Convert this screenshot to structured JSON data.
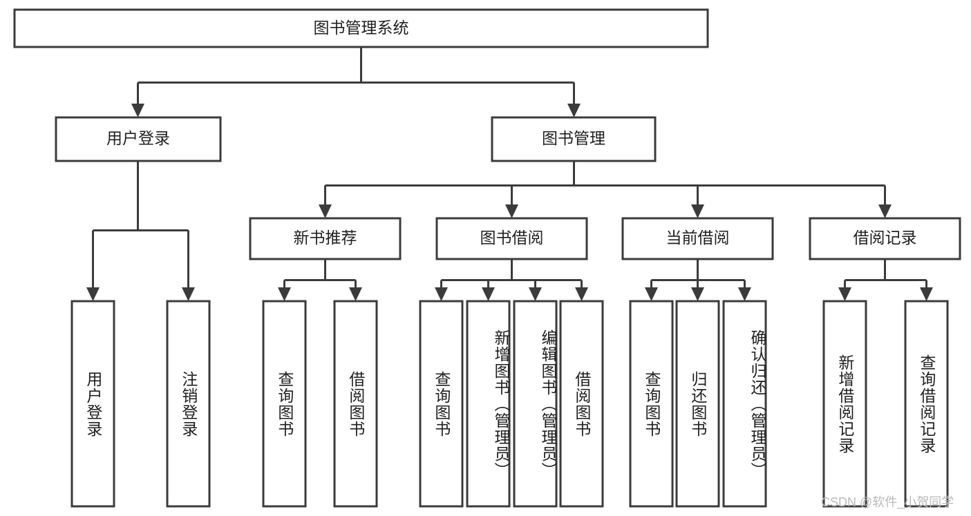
{
  "diagram": {
    "type": "tree-hierarchy",
    "title": "图书管理系统",
    "watermark": "CSDN @软件_小贺同学",
    "colors": {
      "box_stroke": "#3b3b3b",
      "box_fill": "#ffffff",
      "text": "#1f1f1f",
      "background": "#ffffff",
      "watermark": "#b9b9b9"
    },
    "nodes": {
      "root": {
        "label": "图书管理系统",
        "orientation": "horizontal"
      },
      "level1": [
        {
          "label": "用户登录",
          "orientation": "horizontal"
        },
        {
          "label": "图书管理",
          "orientation": "horizontal"
        }
      ],
      "level2": [
        {
          "label": "新书推荐",
          "orientation": "horizontal",
          "parent": "图书管理"
        },
        {
          "label": "图书借阅",
          "orientation": "horizontal",
          "parent": "图书管理"
        },
        {
          "label": "当前借阅",
          "orientation": "horizontal",
          "parent": "图书管理"
        },
        {
          "label": "借阅记录",
          "orientation": "horizontal",
          "parent": "图书管理"
        }
      ],
      "leaves": [
        {
          "label": "用户登录",
          "orientation": "vertical",
          "parent": "用户登录"
        },
        {
          "label": "注销登录",
          "orientation": "vertical",
          "parent": "用户登录"
        },
        {
          "label": "查询图书",
          "orientation": "vertical",
          "parent": "新书推荐"
        },
        {
          "label": "借阅图书",
          "orientation": "vertical",
          "parent": "新书推荐"
        },
        {
          "label": "查询图书",
          "orientation": "vertical",
          "parent": "图书借阅"
        },
        {
          "label": "新增图书（管理员）",
          "orientation": "vertical",
          "parent": "图书借阅"
        },
        {
          "label": "编辑图书（管理员）",
          "orientation": "vertical",
          "parent": "图书借阅"
        },
        {
          "label": "借阅图书",
          "orientation": "vertical",
          "parent": "图书借阅"
        },
        {
          "label": "查询图书",
          "orientation": "vertical",
          "parent": "当前借阅"
        },
        {
          "label": "归还图书",
          "orientation": "vertical",
          "parent": "当前借阅"
        },
        {
          "label": "确认归还（管理员）",
          "orientation": "vertical",
          "parent": "当前借阅"
        },
        {
          "label": "新增借阅记录",
          "orientation": "vertical",
          "parent": "借阅记录"
        },
        {
          "label": "查询借阅记录",
          "orientation": "vertical",
          "parent": "借阅记录"
        }
      ]
    }
  }
}
